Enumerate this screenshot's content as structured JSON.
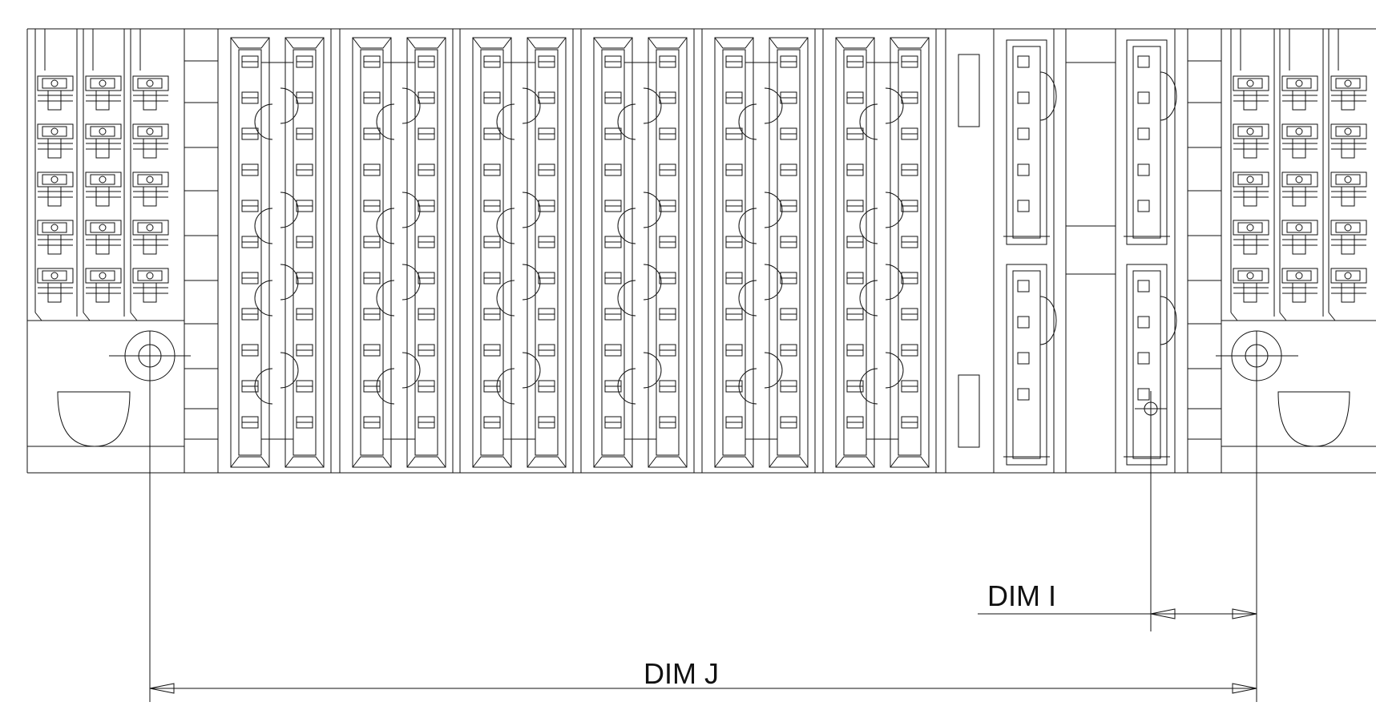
{
  "drawing": {
    "line_color": "#111111",
    "background": "#ffffff",
    "slot_modules": 6,
    "dimensions": [
      {
        "id": "dim-i",
        "label": "DIM I"
      },
      {
        "id": "dim-j",
        "label": "DIM J"
      }
    ]
  }
}
